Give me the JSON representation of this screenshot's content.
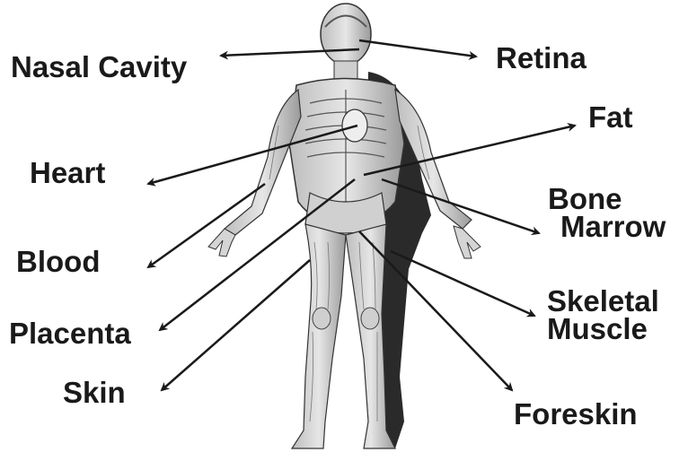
{
  "labels": {
    "nasal_cavity": "Nasal Cavity",
    "retina": "Retina",
    "fat": "Fat",
    "heart": "Heart",
    "bone_marrow_line1": "Bone",
    "bone_marrow_line2": "Marrow",
    "blood": "Blood",
    "skeletal_muscle_line1": "Skeletal",
    "skeletal_muscle_line2": "Muscle",
    "placenta": "Placenta",
    "skin": "Skin",
    "foreskin": "Foreskin"
  },
  "colors": {
    "background": "#ffffff",
    "text": "#1a1a1a",
    "arrow": "#1a1a1a",
    "anatomy_dark": "#2a2a2a",
    "anatomy_light": "#d9d9d9"
  }
}
